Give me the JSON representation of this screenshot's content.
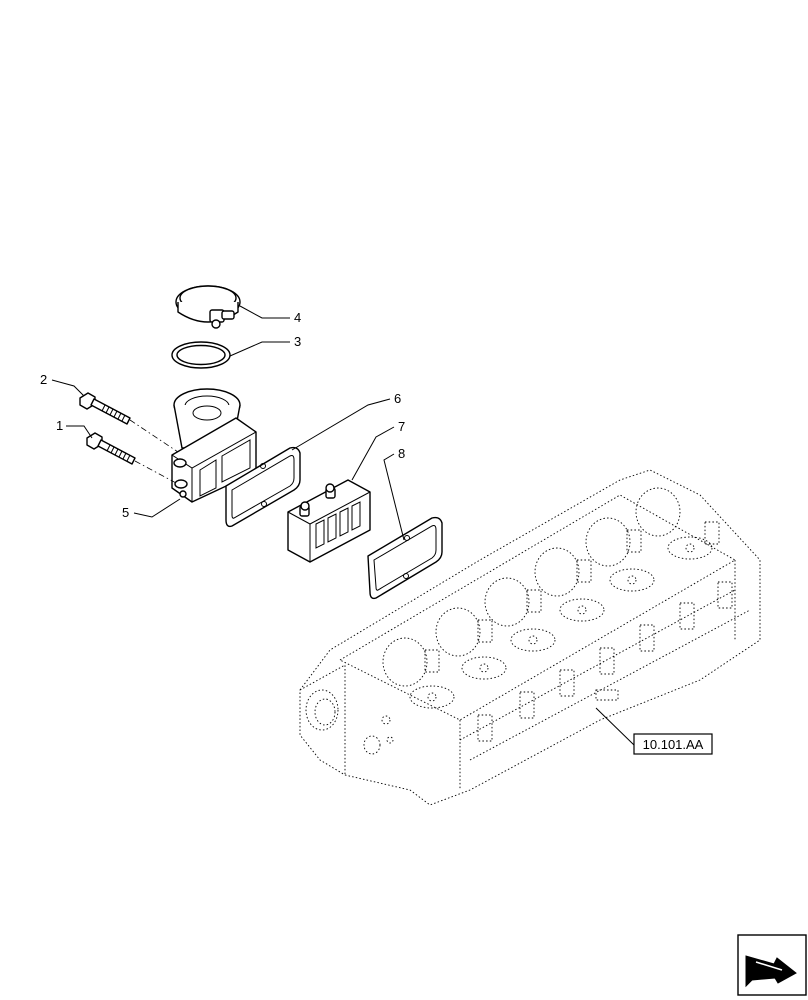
{
  "callouts": {
    "c1": "1",
    "c2": "2",
    "c3": "3",
    "c4": "4",
    "c5": "5",
    "c6": "6",
    "c7": "7",
    "c8": "8"
  },
  "reference": {
    "label": "10.101.AA"
  },
  "nav": {
    "icon": "next-page-arrow-icon"
  }
}
